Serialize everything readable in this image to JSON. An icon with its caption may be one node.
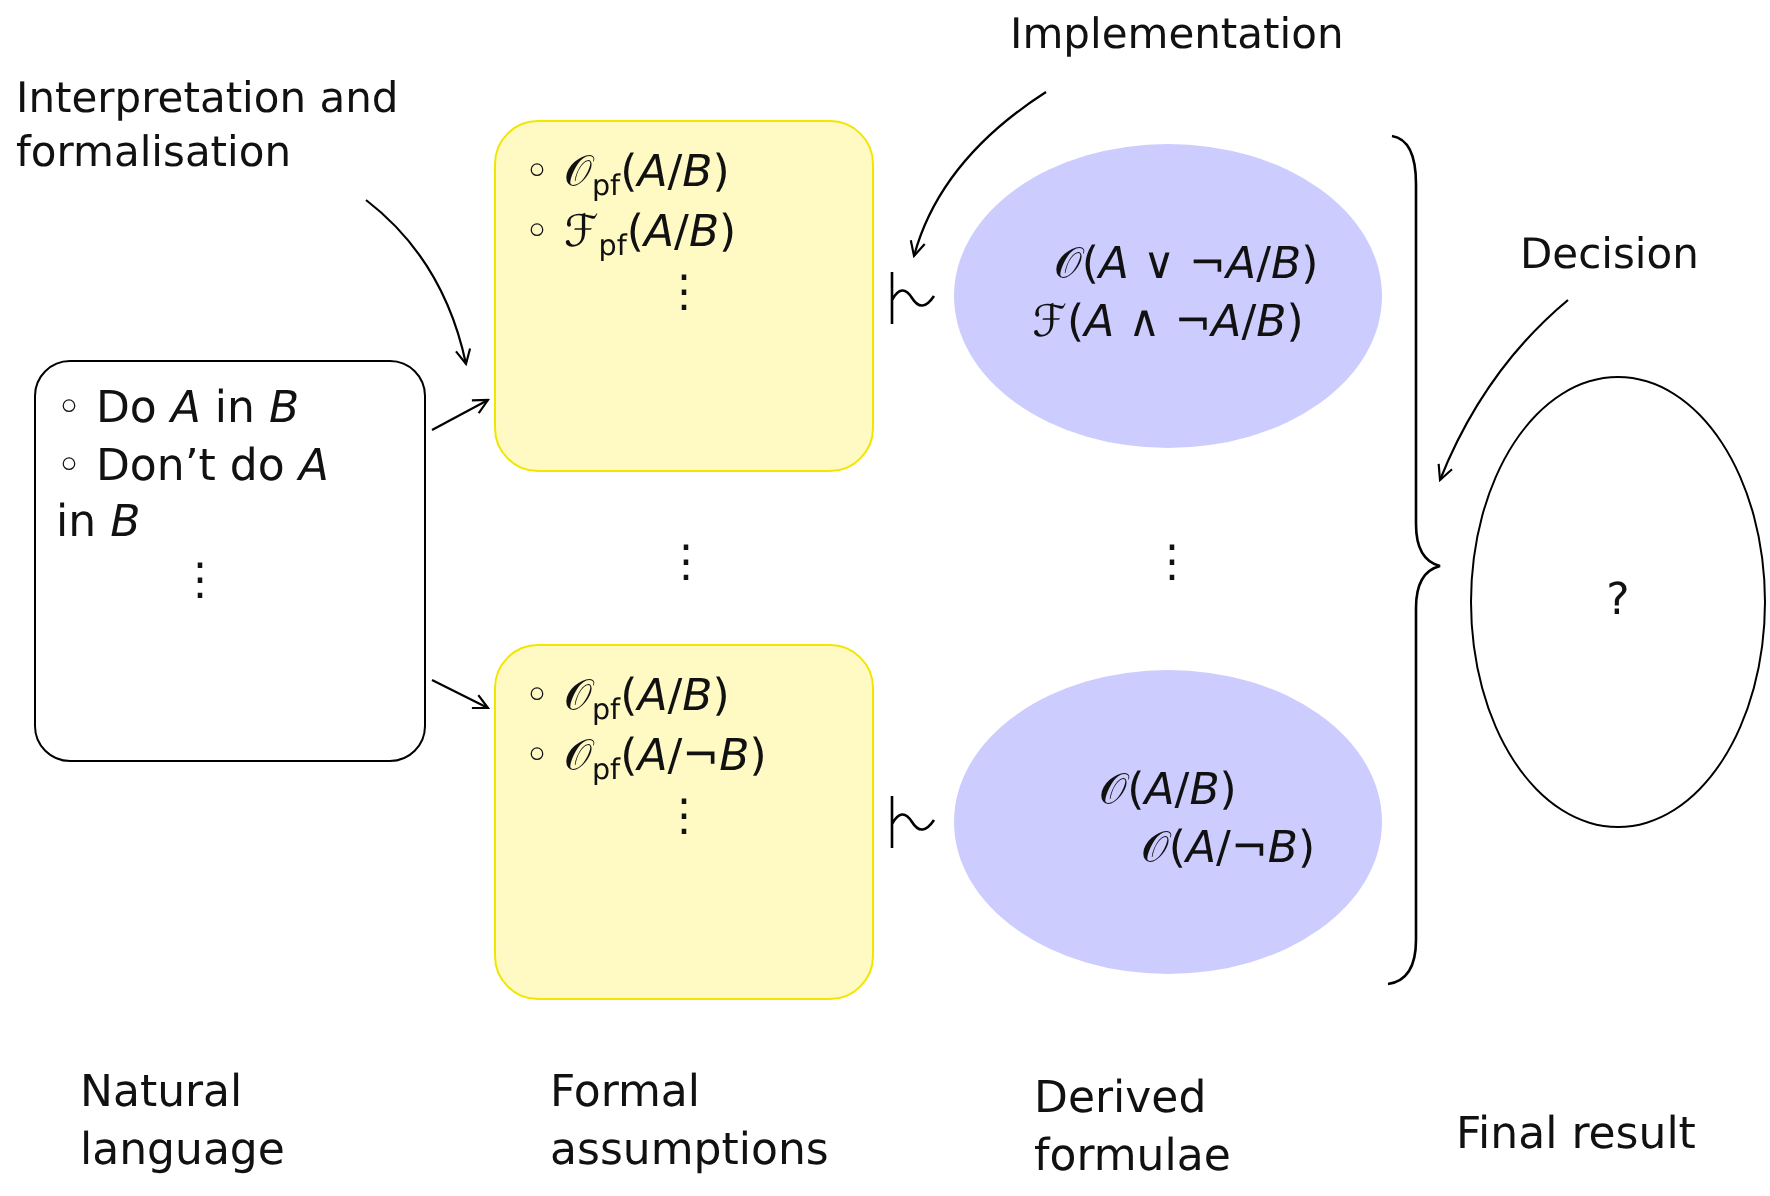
{
  "diagram": {
    "nodes": [
      {
        "text": [
          "◦ Do *A* in *B*",
          "◦ Don’t do *A* in *B*",
          "⋮"
        ]
      },
      {
        "text": [
          "◦ 𝒪$_{pf}$(*A*/*B*)",
          "◦ ℱ$_{pf}$(*A*/*B*)",
          "⋮"
        ]
      },
      {
        "text": [
          "◦ 𝒪$_{pf}$(*A*/*B*)",
          "◦ 𝒪$_{pf}$(*A*/¬*B*)",
          "⋮"
        ]
      },
      {
        "text": [
          "𝒪(*A* ∨ ¬*A*/*B*)",
          "ℱ(*A* ∧ ¬*A*/*B*)"
        ]
      },
      {
        "text": [
          "𝒪(*A*/*B*)",
          "𝒪(*A*/¬*B*)"
        ]
      },
      {
        "text": [
          "?"
        ]
      },
      {
        "text": [
          "Interpretation and formalisation"
        ]
      },
      {
        "text": [
          "Implementation"
        ]
      },
      {
        "text": [
          "Decision"
        ]
      }
    ],
    "edges": [
      {
        "from": 0,
        "to": 1,
        "arrow": "to"
      },
      {
        "from": 0,
        "to": 2,
        "arrow": "to"
      },
      {
        "from": 6,
        "to": 1,
        "arrow": "to"
      },
      {
        "from": 7,
        "to": 3,
        "arrow": "to"
      },
      {
        "from": 8,
        "to": 5,
        "arrow": "to"
      }
    ],
    "labels": [
      "⋮",
      "⋮",
      "Natural language",
      "Formal assumptions",
      "Derived formulae",
      "Final result"
    ]
  }
}
